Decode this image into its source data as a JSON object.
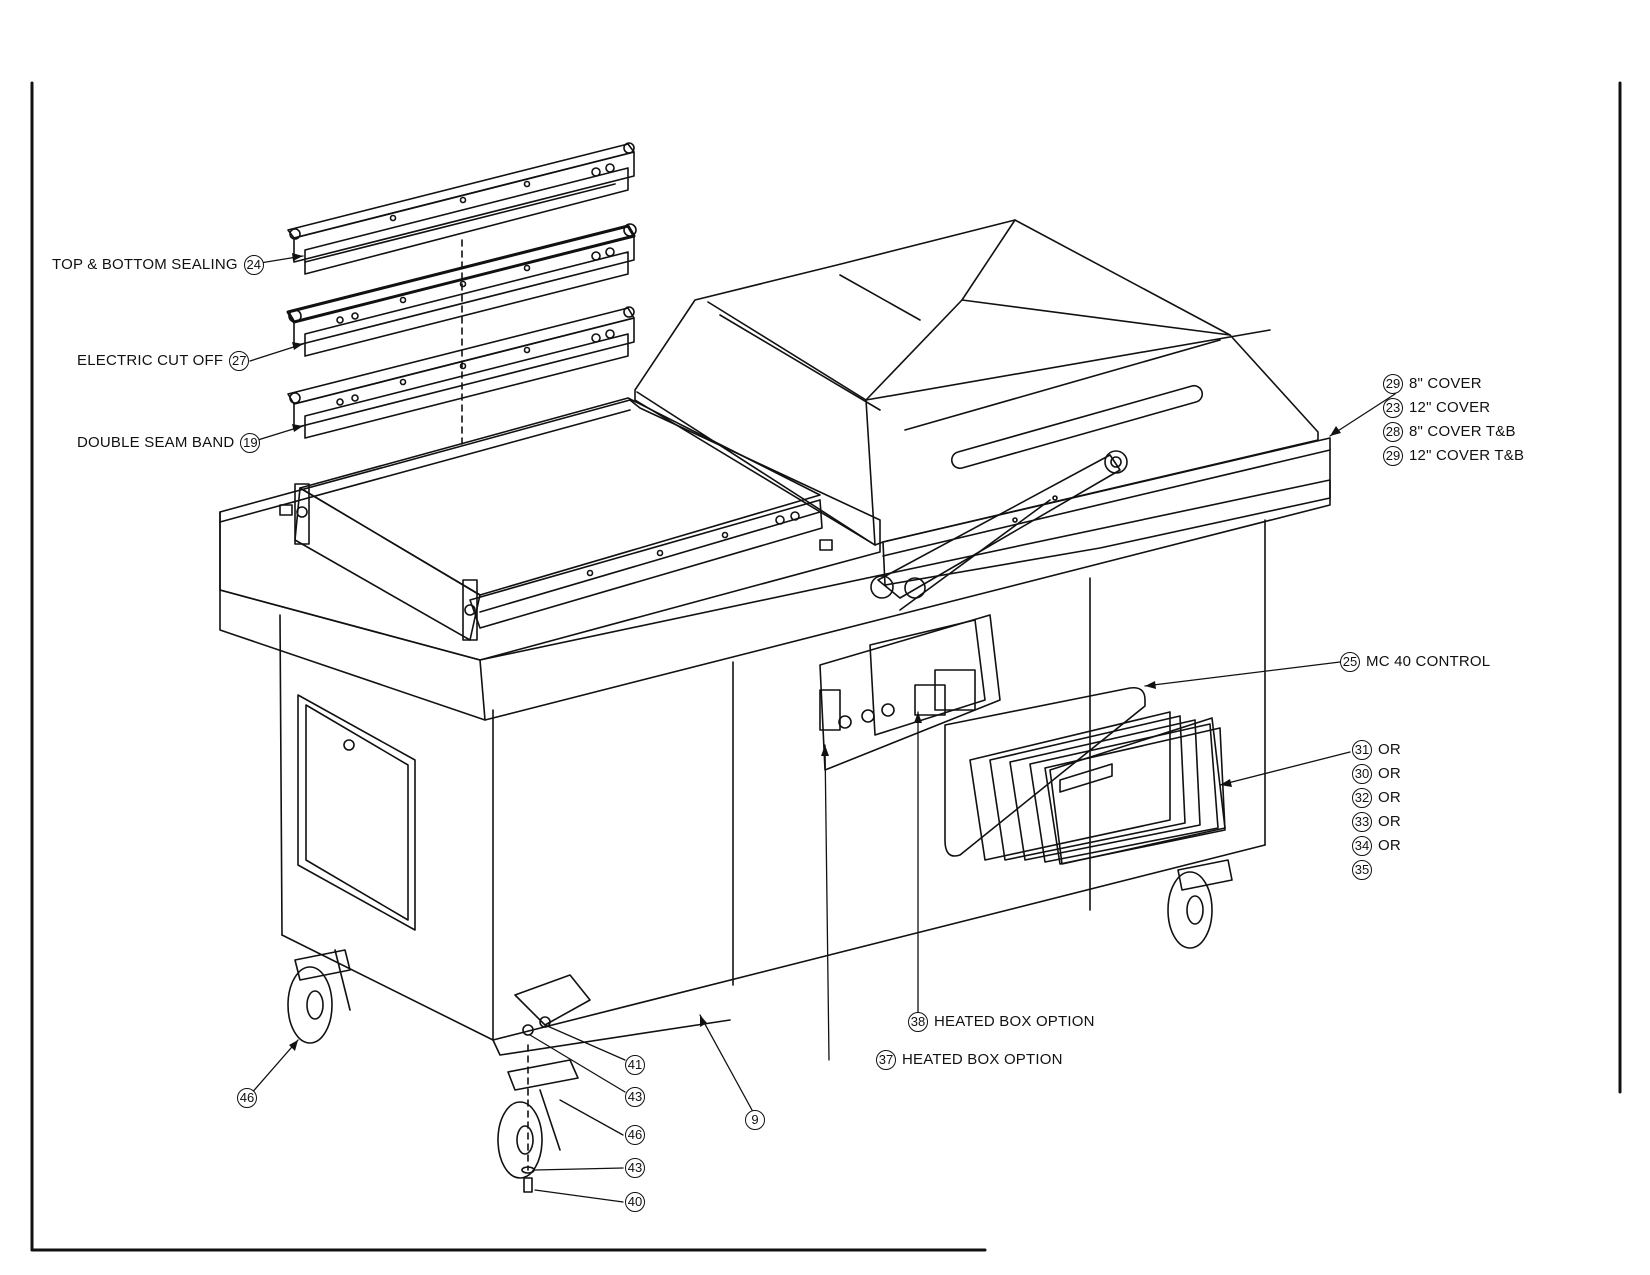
{
  "labels": {
    "top_bottom_sealing": {
      "text": "TOP & BOTTOM SEALING",
      "num": "24"
    },
    "electric_cut_off": {
      "text": "ELECTRIC CUT OFF",
      "num": "27"
    },
    "double_seam_band": {
      "text": "DOUBLE SEAM BAND",
      "num": "19"
    },
    "cover_list": [
      {
        "num": "29",
        "text": "8\" COVER"
      },
      {
        "num": "23",
        "text": "12\" COVER"
      },
      {
        "num": "28",
        "text": "8\" COVER T&B"
      },
      {
        "num": "29",
        "text": "12\" COVER T&B"
      }
    ],
    "mc_control": {
      "num": "25",
      "text": "MC 40 CONTROL"
    },
    "panel_list": [
      {
        "num": "31",
        "text": "OR"
      },
      {
        "num": "30",
        "text": "OR"
      },
      {
        "num": "32",
        "text": "OR"
      },
      {
        "num": "33",
        "text": "OR"
      },
      {
        "num": "34",
        "text": "OR"
      },
      {
        "num": "35",
        "text": ""
      }
    ],
    "heated_box_38": {
      "num": "38",
      "text": "HEATED BOX OPTION"
    },
    "heated_box_37": {
      "num": "37",
      "text": "HEATED BOX OPTION"
    },
    "callouts": {
      "c46_left": "46",
      "c41": "41",
      "c43_upper": "43",
      "c9": "9",
      "c46_right": "46",
      "c43_lower": "43",
      "c40": "40"
    }
  }
}
